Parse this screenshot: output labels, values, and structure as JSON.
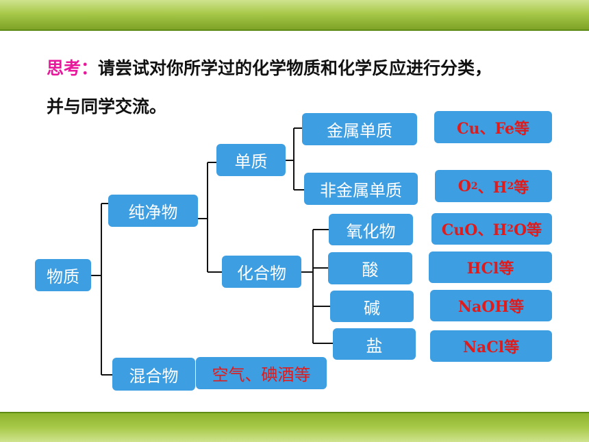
{
  "prompt": {
    "label": "思考：",
    "line1": "请尝试对你所学过的化学物质和化学反应进行分类，",
    "line2": "并与同学交流。"
  },
  "tree": {
    "root": "物质",
    "pure": "纯净物",
    "mixture": "混合物",
    "element": "单质",
    "compound": "化合物",
    "metal_element": "金属单质",
    "nonmetal_element": "非金属单质",
    "oxide": "氧化物",
    "acid": "酸",
    "base": "碱",
    "salt": "盐"
  },
  "examples": {
    "metal": "Cu、Fe等",
    "nonmetal": {
      "a": "O",
      "a_sub": "2",
      "mid": "、H",
      "b_sub": "2",
      "end": "等"
    },
    "oxide": {
      "a": "CuO、H",
      "a_sub": "2",
      "end": "O等"
    },
    "acid": "HCl等",
    "base": "NaOH等",
    "salt": "NaCl等",
    "mixture": "空气、碘酒等"
  },
  "colors": {
    "box_fill": "#3d9ee2",
    "node_text": "#ffffff",
    "example_text": "#e01b1b",
    "prompt_label": "#e8189c",
    "band_green": "#a8c94a"
  }
}
